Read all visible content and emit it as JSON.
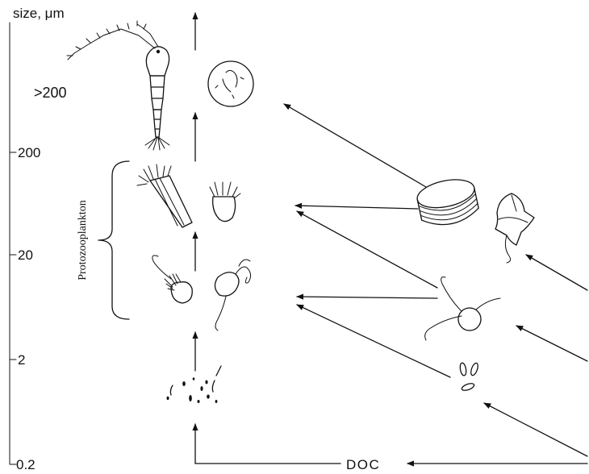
{
  "axis": {
    "title": "size, μm",
    "ticks": [
      ">200",
      "200",
      "20",
      "2",
      "0.2"
    ]
  },
  "bracket_label": "Protozooplankton",
  "bottom_label": "DOC",
  "colors": {
    "ink": "#111111",
    "background": "#ffffff"
  },
  "organisms": [
    "copepod-icon",
    "dinoflagellate-cyst-icon",
    "tintinnid-ciliate-icon",
    "ciliate-icon",
    "choanoflagellate-icon",
    "heterotrophic-flagellate-icon",
    "centric-diatom-icon",
    "dinoflagellate-icon",
    "flagellated-phytoplankton-icon",
    "picophytoplankton-icon",
    "bacteria-icon"
  ]
}
